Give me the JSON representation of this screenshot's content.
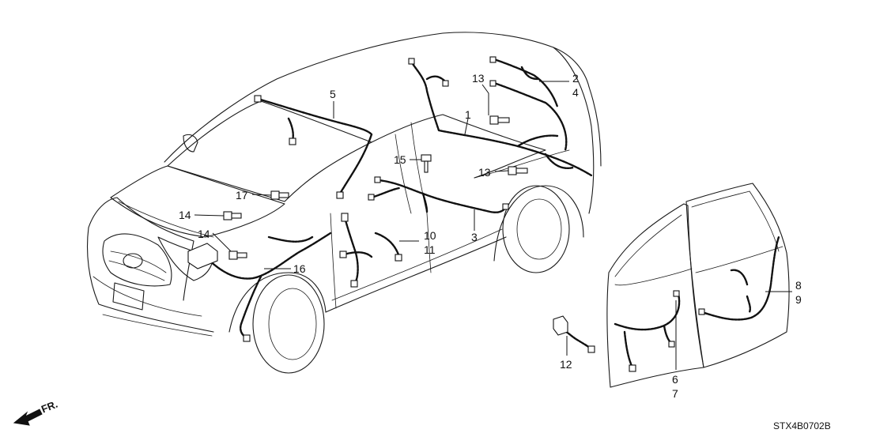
{
  "callouts": {
    "c1": "1",
    "c2": "2",
    "c3": "3",
    "c4": "4",
    "c5": "5",
    "c6": "6",
    "c7": "7",
    "c8": "8",
    "c9": "9",
    "c10": "10",
    "c11": "11",
    "c12": "12",
    "c13a": "13",
    "c13b": "13",
    "c14a": "14",
    "c14b": "14",
    "c15": "15",
    "c16": "16",
    "c17": "17"
  },
  "direction_label": "FR.",
  "diagram_code": "STX4B0702B"
}
